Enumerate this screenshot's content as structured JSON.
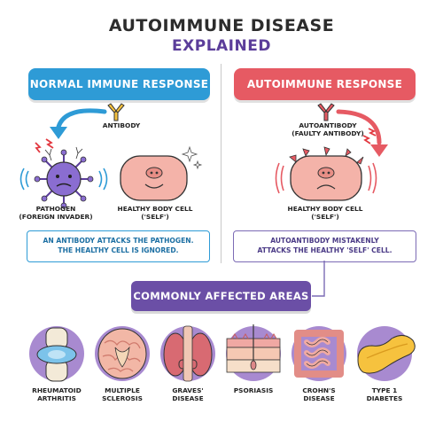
{
  "title": {
    "line1": "AUTOIMMUNE DISEASE",
    "line2": "EXPLAINED"
  },
  "left_panel": {
    "header": "NORMAL IMMUNE RESPONSE",
    "antibody_label": "ANTIBODY",
    "pathogen_label": "PATHOGEN\n(FOREIGN INVADER)",
    "cell_label": "HEALTHY BODY CELL\n('SELF')",
    "note": "AN ANTIBODY ATTACKS THE PATHOGEN.\nTHE HEALTHY CELL IS IGNORED."
  },
  "right_panel": {
    "header": "AUTOIMMUNE RESPONSE",
    "autoantibody_label": "AUTOANTIBODY\n(FAULTY ANTIBODY)",
    "cell_label": "HEALTHY BODY CELL\n('SELF')",
    "note": "AUTOANTIBODY MISTAKENLY\nATTACKS THE HEALTHY 'SELF' CELL."
  },
  "areas": {
    "header": "COMMONLY AFFECTED AREAS",
    "items": [
      {
        "label": "RHEUMATOID\nARTHRITIS",
        "icon": "knee-joint-icon"
      },
      {
        "label": "MULTIPLE\nSCLEROSIS",
        "icon": "brain-icon"
      },
      {
        "label": "GRAVES'\nDISEASE",
        "icon": "thyroid-icon"
      },
      {
        "label": "PSORIASIS",
        "icon": "skin-icon"
      },
      {
        "label": "CROHN'S\nDISEASE",
        "icon": "intestine-icon"
      },
      {
        "label": "TYPE 1\nDIABETES",
        "icon": "pancreas-icon"
      }
    ]
  },
  "colors": {
    "blue": "#2e9bd6",
    "red": "#e65a63",
    "purple": "#6b4fa6",
    "cell": "#f4b3a9"
  }
}
